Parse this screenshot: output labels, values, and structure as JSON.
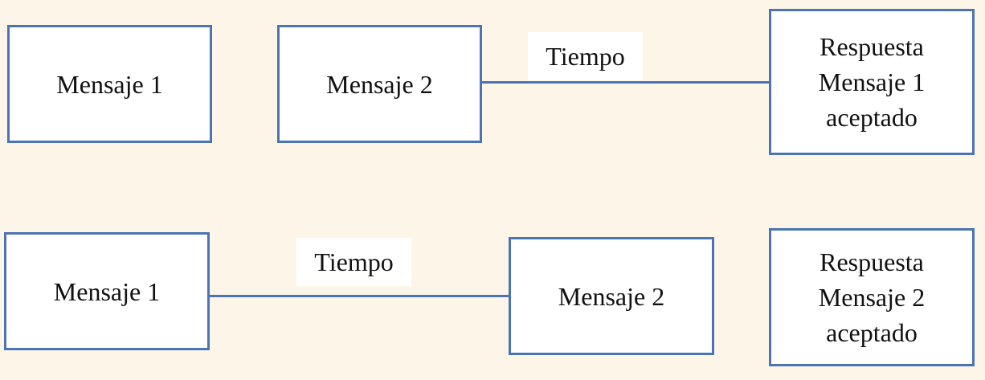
{
  "colors": {
    "background": "#fdf6e8",
    "box_border": "#4a74b6",
    "box_fill": "#ffffff",
    "connector": "#4a74b6",
    "text": "#111111"
  },
  "row1": {
    "msg1": "Mensaje 1",
    "msg2": "Mensaje 2",
    "time_label": "Tiempo",
    "response": [
      "Respuesta",
      "Mensaje 1",
      "aceptado"
    ]
  },
  "row2": {
    "msg1": "Mensaje 1",
    "msg2": "Mensaje 2",
    "time_label": "Tiempo",
    "response": [
      "Respuesta",
      "Mensaje 2",
      "aceptado"
    ]
  }
}
